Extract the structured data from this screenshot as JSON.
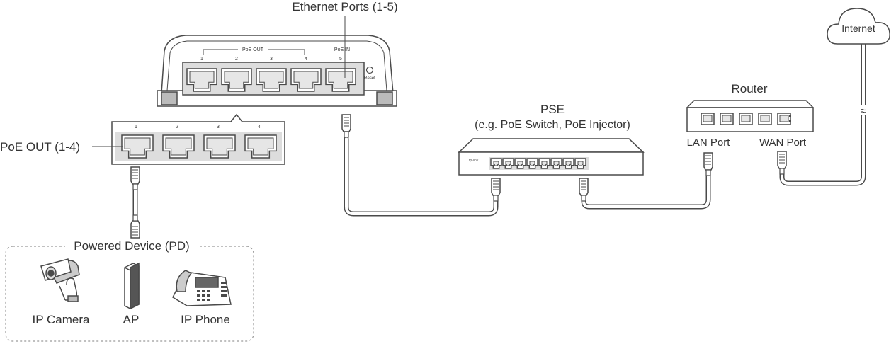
{
  "labels": {
    "ethernet_ports": "Ethernet Ports (1-5)",
    "poe_out_1_4": "PoE OUT (1-4)",
    "powered_device": "Powered Device (PD)",
    "ip_camera": "IP Camera",
    "ap": "AP",
    "ip_phone": "IP Phone",
    "pse": "PSE",
    "pse_example": "(e.g. PoE Switch, PoE Injector)",
    "router": "Router",
    "lan_port": "LAN Port",
    "wan_port": "WAN Port",
    "internet": "Internet",
    "break_symbol": "≈",
    "device_poe_out": "PoE OUT",
    "device_poe_in": "PoE IN",
    "reset": "Reset",
    "pse_brand": "tp-link"
  },
  "top_port_numbers": [
    "1",
    "2",
    "3",
    "4",
    "5"
  ],
  "bottom_port_numbers": [
    "1",
    "2",
    "3",
    "4"
  ],
  "colors": {
    "line": "#4a4a4a",
    "fill": "#ffffff",
    "port_fill": "#e6e6e6",
    "dashed": "#9a9a9a"
  }
}
